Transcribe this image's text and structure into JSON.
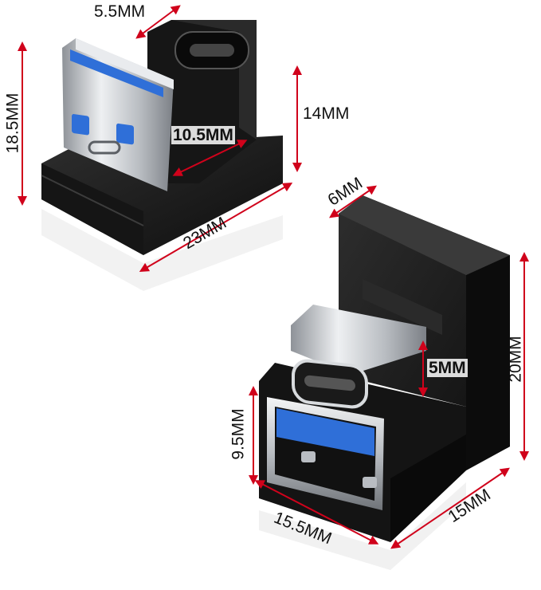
{
  "labels": {
    "top_width": "5.5MM",
    "left_height": "18.5MM",
    "side_height": "14MM",
    "inner_gap": "10.5MM",
    "bottom_length": "23MM",
    "b_depth": "6MM",
    "b_height": "20MM",
    "b_plug_gap": "5MM",
    "b_port_height": "9.5MM",
    "b_port_width": "15.5MM",
    "b_base_depth": "15MM"
  },
  "colors": {
    "dimension_line": "#d0021b",
    "body": "#1b1b1b",
    "body_edge": "#3a3a3a",
    "metal": "#c9ccd0",
    "usb_blue": "#2f6fd8"
  }
}
